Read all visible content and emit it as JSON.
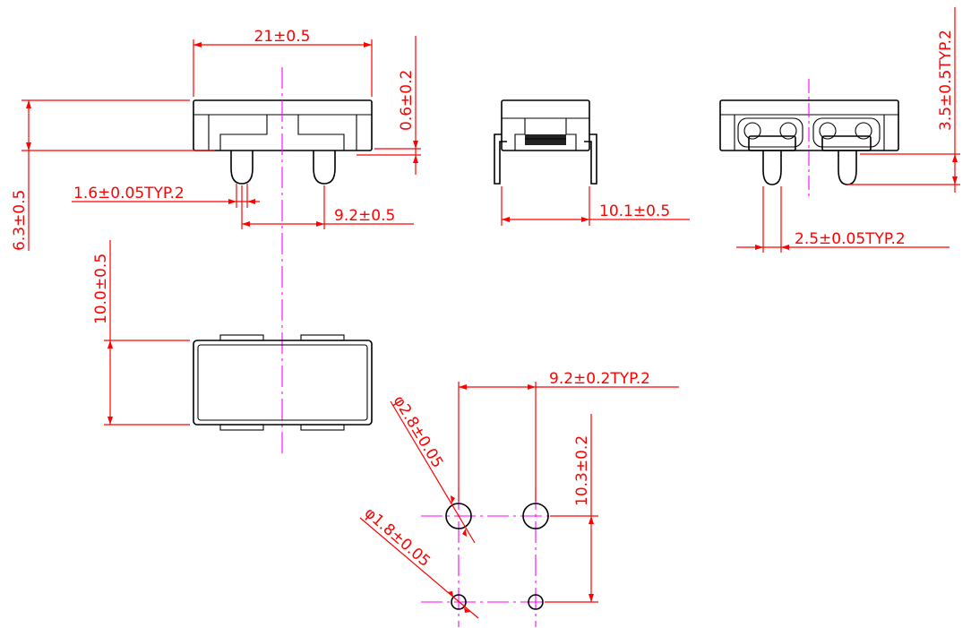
{
  "colors": {
    "dimension": "#ff0000",
    "outline": "#000000",
    "centerline": "#ff00ff",
    "background": "#ffffff"
  },
  "dimensions": {
    "width": "21±0.5",
    "top_thickness": "0.6±0.2",
    "height": "6.3±0.5",
    "pin_width": "1.6±0.05TYP.2",
    "pin_pitch": "9.2±0.5",
    "side_depth": "10.1±0.5",
    "pin_length": "3.5±0.5TYP.2",
    "end_pin_width": "2.5±0.05TYP.2",
    "top_depth": "10.0±0.5",
    "hole_pitch_x": "9.2±0.2TYP.2",
    "hole_pitch_y": "10.3±0.2",
    "large_hole_dia": "φ2.8±0.05",
    "small_hole_dia": "φ1.8±0.05"
  }
}
